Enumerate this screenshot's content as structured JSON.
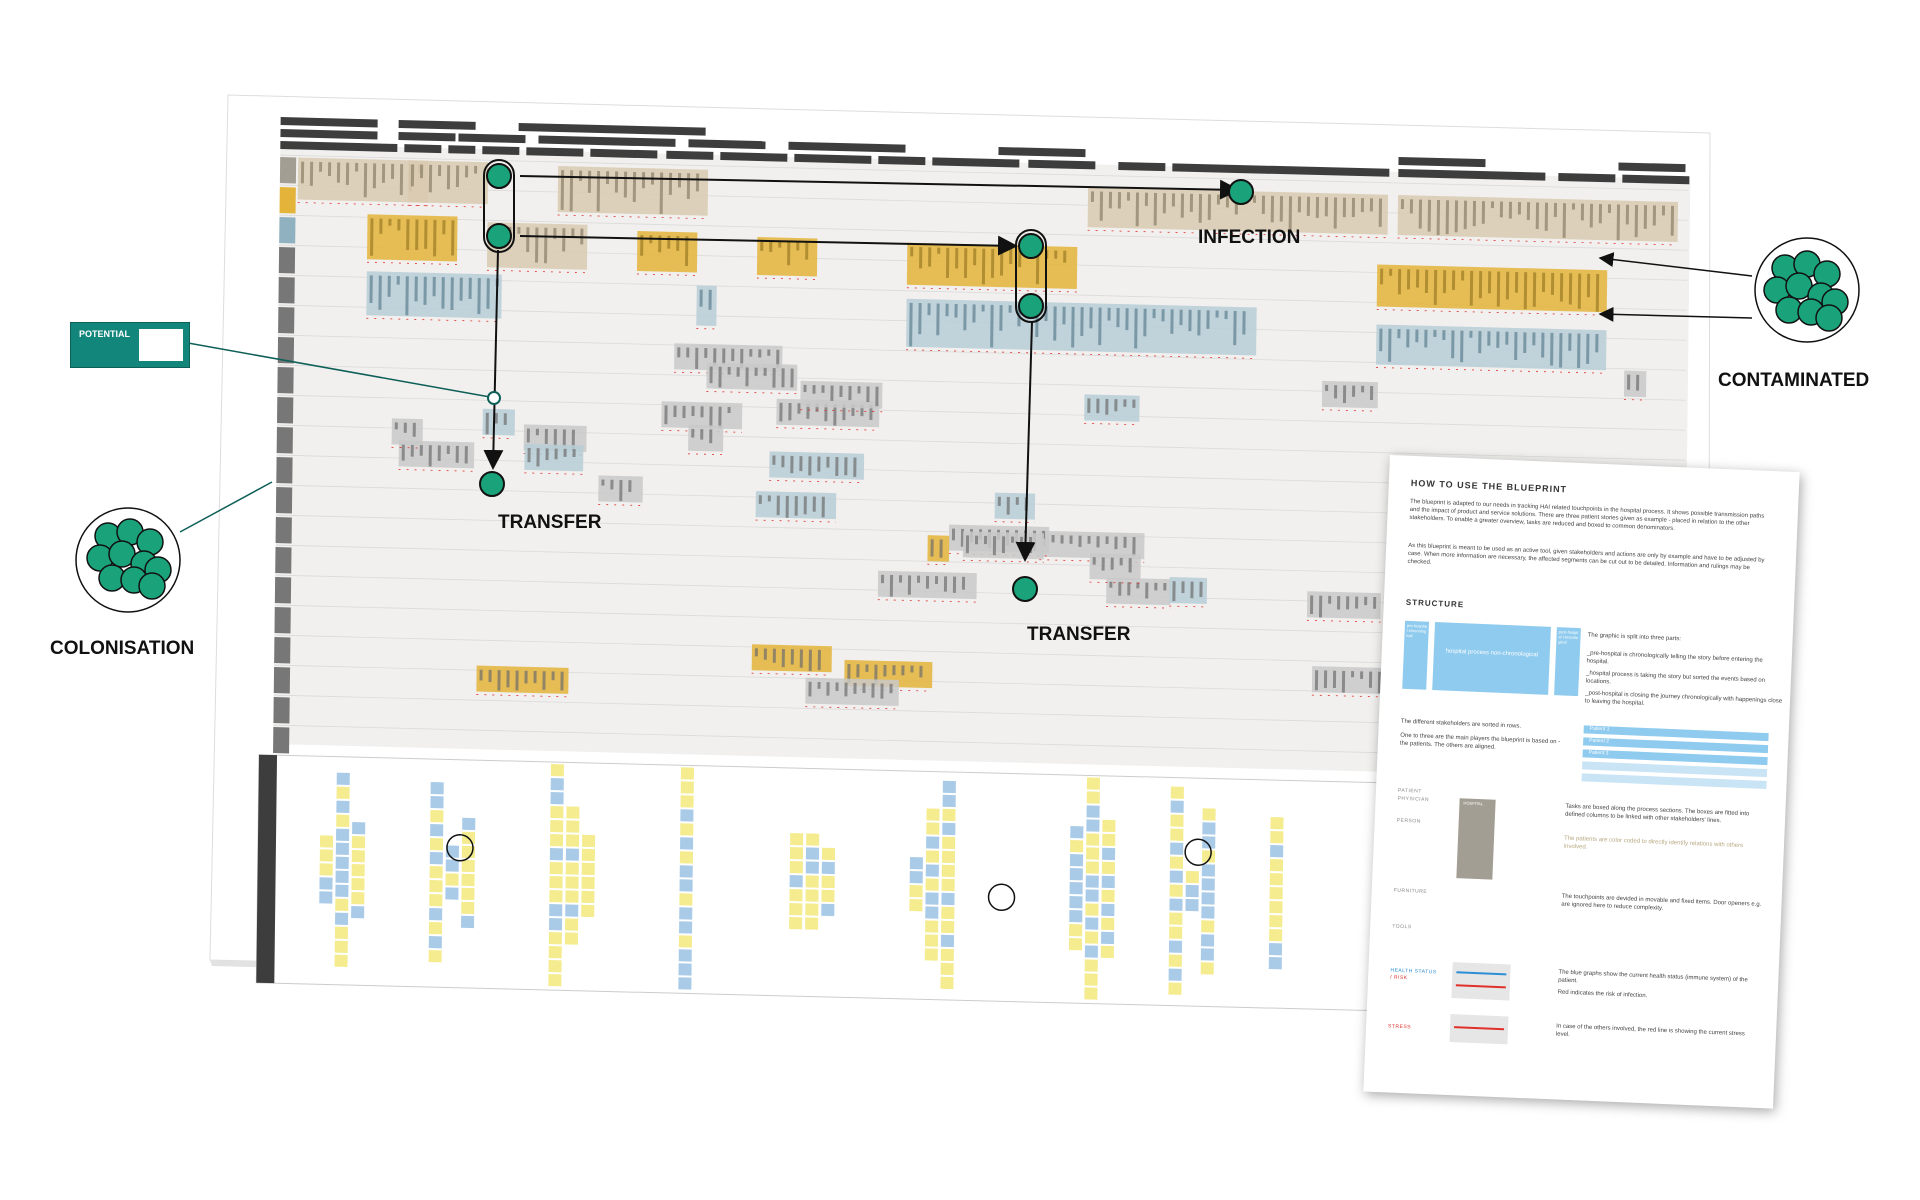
{
  "colors": {
    "teal_token": "#1aa37a",
    "potential_box": "#13867b",
    "board_bg": "#f1f0ee",
    "dark_bar": "#3d3d3d",
    "tan": "#d9cab0",
    "gold": "#e4b43a",
    "blue_grey": "#b7ccd6",
    "grey_box": "#c9c9c9",
    "sticky_yellow": "#f4ec8f",
    "sticky_blue": "#a9cbe8",
    "legend_blue": "#8fcbee"
  },
  "labels": {
    "infection": "INFECTION",
    "transfer_left": "TRANSFER",
    "transfer_right": "TRANSFER",
    "colonisation": "COLONISATION",
    "contaminated": "CONTAMINATED",
    "potential": "POTENTIAL"
  },
  "legend": {
    "title": "HOW TO USE THE BLUEPRINT",
    "structure_heading": "STRUCTURE",
    "intro": "The blueprint is adapted to our needs in tracking HAI related touchpoints in the hospital process. It shows possible transmission paths and the impact of product and service solutions. There are three patient stories given as example - placed in relation to the other stakeholders. To enable a greater overview, tasks are reduced and boxed to common denominators.",
    "intro2": "As this blueprint is meant to be used as an active tool, given stakeholders and actions are only by example and have to be adjusted by case. When more information are necessary, the affected segments can be cut out to be detailed. Information and rulings may be checked.",
    "parts_intro": "The graphic is split into three parts:",
    "pre_hospital": "_pre-hospital is chronologically telling the story before entering the hospital.",
    "hospital_process": "_hospital process is taking the story but sorted the events based on locations.",
    "post_hospital": "_post-hospital is closing the journey chronologically with happenings close to leaving the hospital.",
    "stakeholders_sorted": "The different stakeholders are sorted in rows.",
    "main_players": "One to three are the main players the blueprint is based on - the patients. The others are aligned.",
    "block_center": "hospital process non-chronological",
    "block_left": "pre-hospital chronological",
    "block_right": "post-hospital chronological",
    "patient1": "Patient 1",
    "patient2": "Patient 2",
    "patient3": "Patient 3",
    "tasks_note": "Tasks are boxed along the process sections. The boxes are fitted into defined columns to be linked with other stakeholders' lines.",
    "patients_color": "The patients are color coded to directly identify relations with others involved.",
    "touchpoints_note": "The touchpoints are devided in movable and fixed items. Door openers e.g. are ignored here to reduce complexity.",
    "blue_graphs": "The blue graphs show the current health status (immune system) of the patient.",
    "red_risk": "Red indicates the risk of infection.",
    "stress_note": "In case of the others involved, the red line is showing the current stress level.",
    "row_person": "PERSON",
    "row_furniture": "FURNITURE",
    "row_tools": "TOOLS",
    "row_health": "HEALTH STATUS",
    "row_risk": "/ RISK",
    "row_stress": "STRESS",
    "row_patient": "PATIENT",
    "row_physician": "PHYSICIAN",
    "row_hospital": "HOSPITAL"
  }
}
